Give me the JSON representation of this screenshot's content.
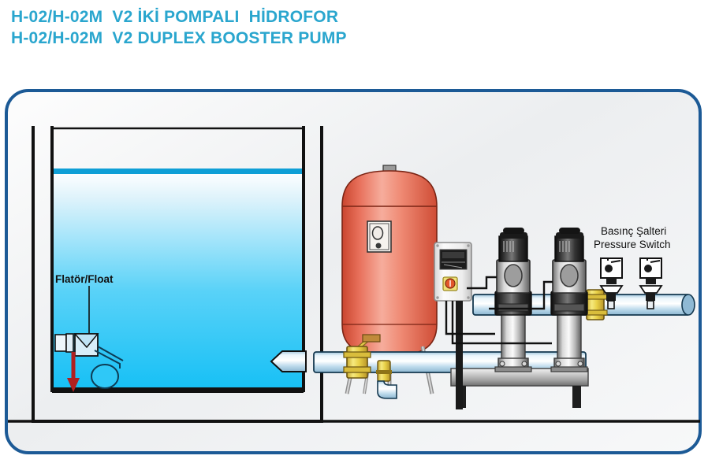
{
  "title": {
    "line_tr": "H-02/H-02M  V2 İKİ POMPALI  HİDROFOR",
    "line_en": "H-02/H-02M  V2 DUPLEX BOOSTER PUMP",
    "color": "#2aa6ce"
  },
  "labels": {
    "float_switch": "Flatör/Float",
    "pressure_switch_tr": "Basınç Şalteri",
    "pressure_switch_en": "Pressure Switch"
  },
  "colors": {
    "frame_border": "#1c5a96",
    "water": "#29c5f6",
    "tank_red": "#e8604c",
    "pipe_blue": "#cfe6f4",
    "brass": "#e8d24a",
    "motor_dark": "#2b2b2b",
    "panel_white": "#f2f2f2",
    "arrow_red": "#b02020",
    "background": "#f3f4f5"
  },
  "components": {
    "water_tank": "water-storage-tank",
    "float_switch": "float-level-switch",
    "pressure_vessel": "expansion-pressure-tank",
    "control_panel": "electrical-control-panel",
    "pump_1": "vertical-multistage-pump-1",
    "pump_2": "vertical-multistage-pump-2",
    "pressure_switch_1": "pressure-switch-1",
    "pressure_switch_2": "pressure-switch-2",
    "discharge_manifold": "discharge-manifold-pipe",
    "suction_manifold": "suction-manifold-pipe",
    "base_frame": "pump-base-frame"
  }
}
